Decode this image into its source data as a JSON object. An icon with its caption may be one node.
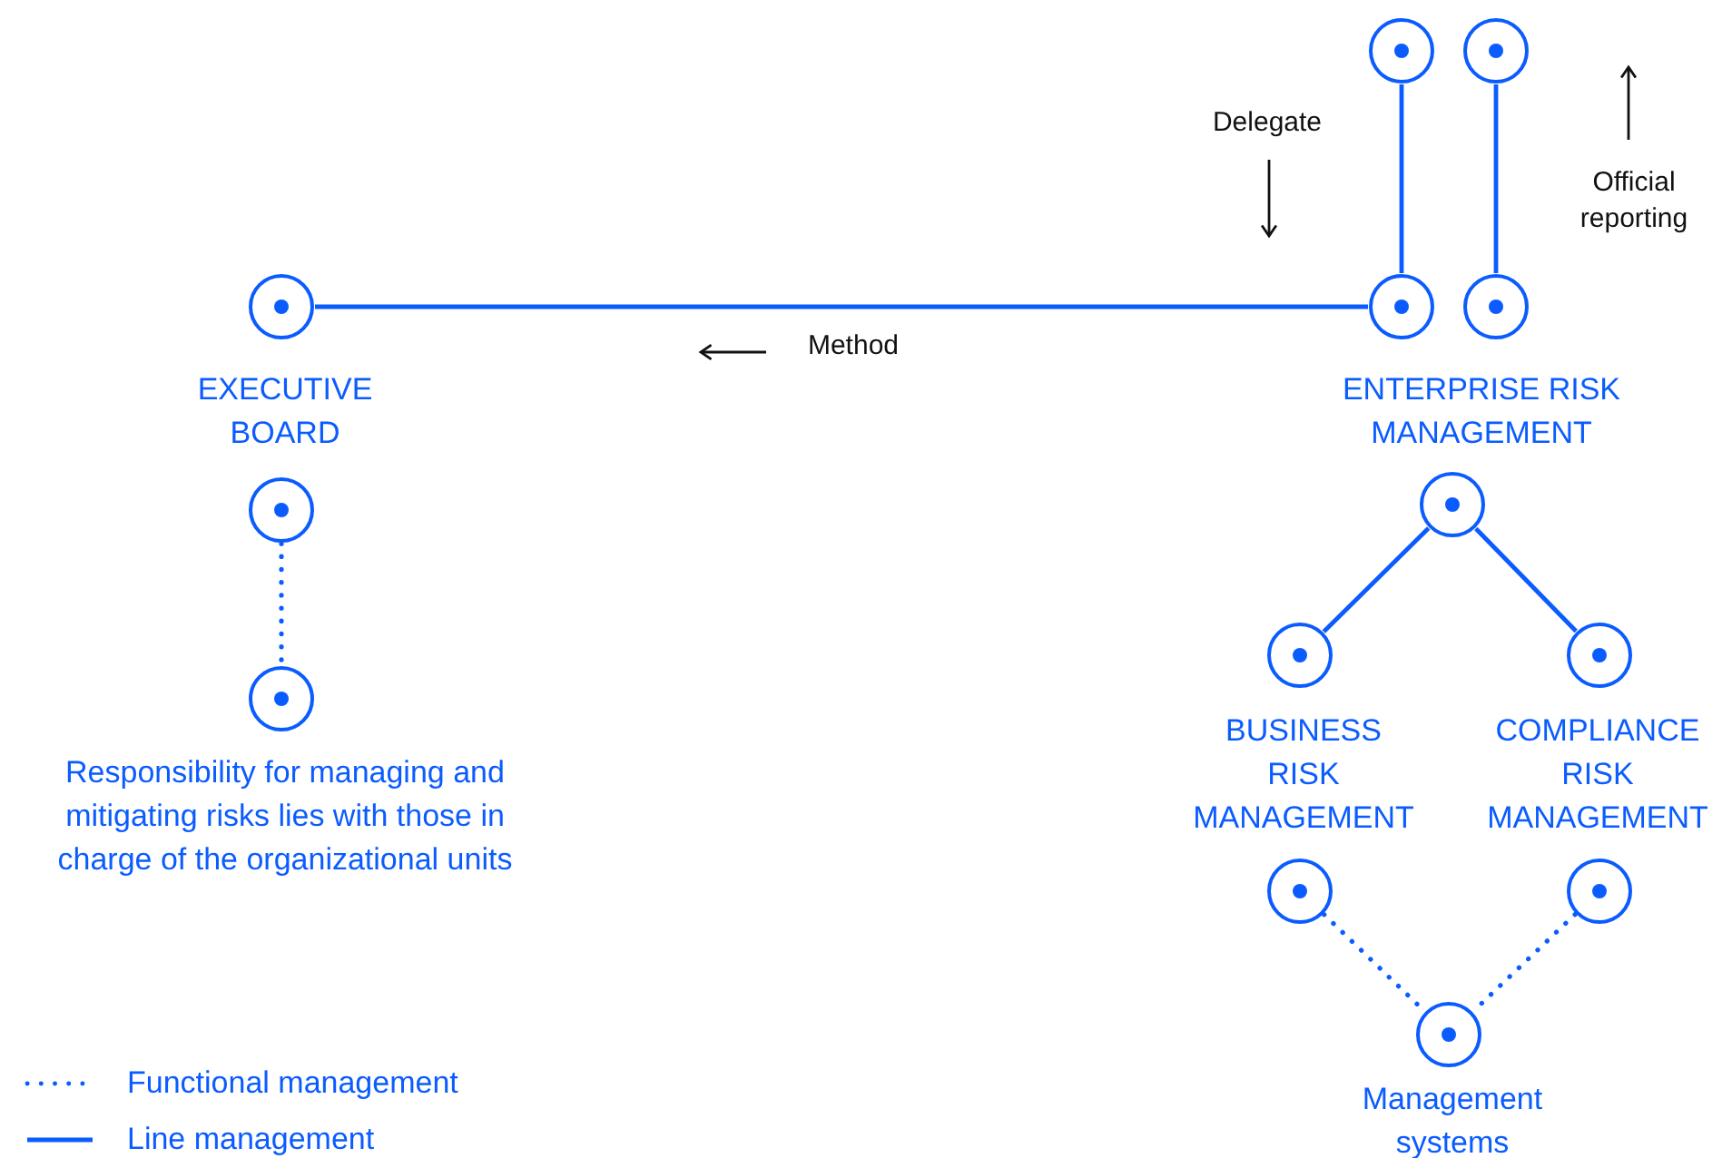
{
  "diagram": {
    "nodes": [
      {
        "text": [],
        "shape": "circle"
      },
      {
        "text": [],
        "shape": "circle"
      },
      {
        "text": [
          "EXECUTIVE BOARD"
        ]
      },
      {
        "text": [],
        "shape": "circle"
      },
      {
        "text": [
          "ENTERPRISE RISK MANAGEMENT"
        ]
      },
      {
        "text": [],
        "shape": "circle"
      },
      {
        "text": [
          "Responsibility for managing and mitigating risks lies with those in charge of the organizational units"
        ]
      },
      {
        "text": [],
        "shape": "circle"
      },
      {
        "text": [
          "BUSINESS RISK MANAGEMENT"
        ]
      },
      {
        "text": [
          "COMPLIANCE RISK MANAGEMENT"
        ]
      },
      {
        "text": [],
        "shape": "circle"
      },
      {
        "text": [],
        "shape": "circle"
      },
      {
        "text": [
          "Management systems"
        ]
      }
    ],
    "edges": [
      {
        "from": 3,
        "to": 2,
        "arrow": "none"
      },
      {
        "from": 0,
        "to": 3,
        "arrow": "none"
      },
      {
        "from": 1,
        "to": 4,
        "arrow": "none"
      },
      {
        "from": 5,
        "to": 6,
        "arrow": "none",
        "style": "dashed"
      },
      {
        "from": 7,
        "to": 8,
        "arrow": "none"
      },
      {
        "from": 7,
        "to": 9,
        "arrow": "none"
      },
      {
        "from": 10,
        "to": 12,
        "arrow": "none",
        "style": "dashed"
      },
      {
        "from": 11,
        "to": 12,
        "arrow": "none",
        "style": "dashed"
      }
    ],
    "labels": [
      "Delegate",
      "Official reporting",
      "Method"
    ],
    "legend": [
      {
        "text": "Functional management"
      },
      {
        "text": "Line management"
      }
    ]
  }
}
